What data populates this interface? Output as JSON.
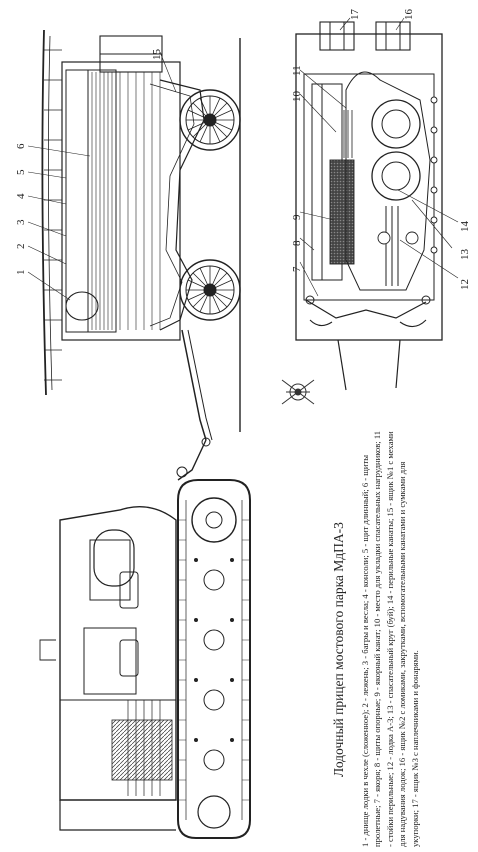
{
  "title": "Лодочный прицеп мостового парка МдПА-3",
  "legend_text": "1 - днище лодки в чехле (сложенное); 2 - лежень; 3 - багры и весла; 4 - консоли; 5 - щит длинный; 6 - щиты пролетные; 7 - якоря; 8 - щиты опорные; 9 - якорный канат; 10 - место для укладки спасательных нагрудников; 11 - стойки перильные; 12 - лодка А-3; 13 - спасательный круг (буй); 14 - перильные канаты; 15 - ящик №1 с мехами для надувания лодок; 16 - ящик №2 с ломиками, закрутками, вспомогательными канатами и сумками для укупорки; 17 - ящик №3 с наплечниками и фонарями.",
  "callouts": {
    "side_view": [
      "1",
      "2",
      "3",
      "4",
      "5",
      "6",
      "15"
    ],
    "top_view": [
      "7",
      "8",
      "9",
      "10",
      "11",
      "12",
      "13",
      "14",
      "16",
      "17"
    ]
  }
}
